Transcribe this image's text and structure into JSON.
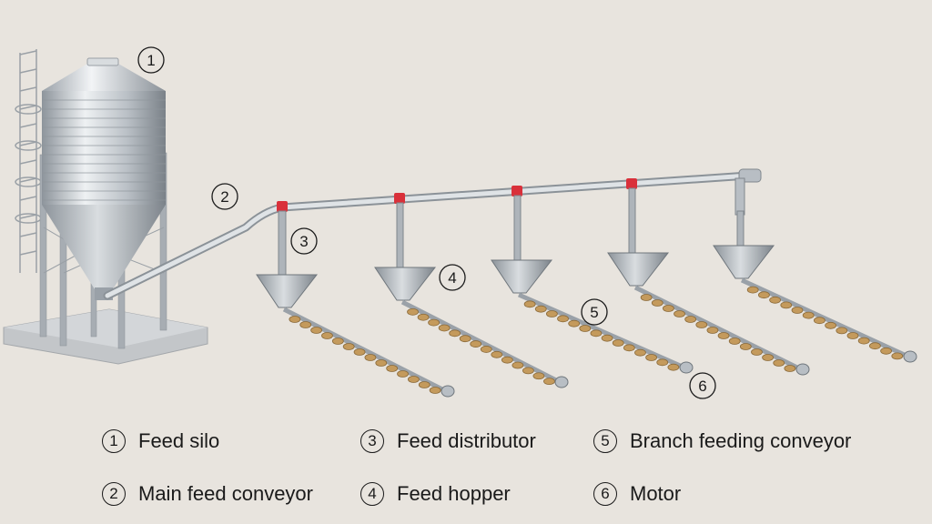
{
  "callouts": [
    "1",
    "2",
    "3",
    "4",
    "5",
    "6"
  ],
  "legend": [
    {
      "num": "1",
      "label": "Feed silo"
    },
    {
      "num": "2",
      "label": "Main feed conveyor"
    },
    {
      "num": "3",
      "label": "Feed distributor"
    },
    {
      "num": "4",
      "label": "Feed hopper"
    },
    {
      "num": "5",
      "label": "Branch feeding conveyor"
    },
    {
      "num": "6",
      "label": "Motor"
    }
  ],
  "colors": {
    "background": "#e8e4de",
    "steel": "#b9bec3",
    "joint_red": "#d9303a",
    "feeder_pan": "#c49a5c"
  }
}
